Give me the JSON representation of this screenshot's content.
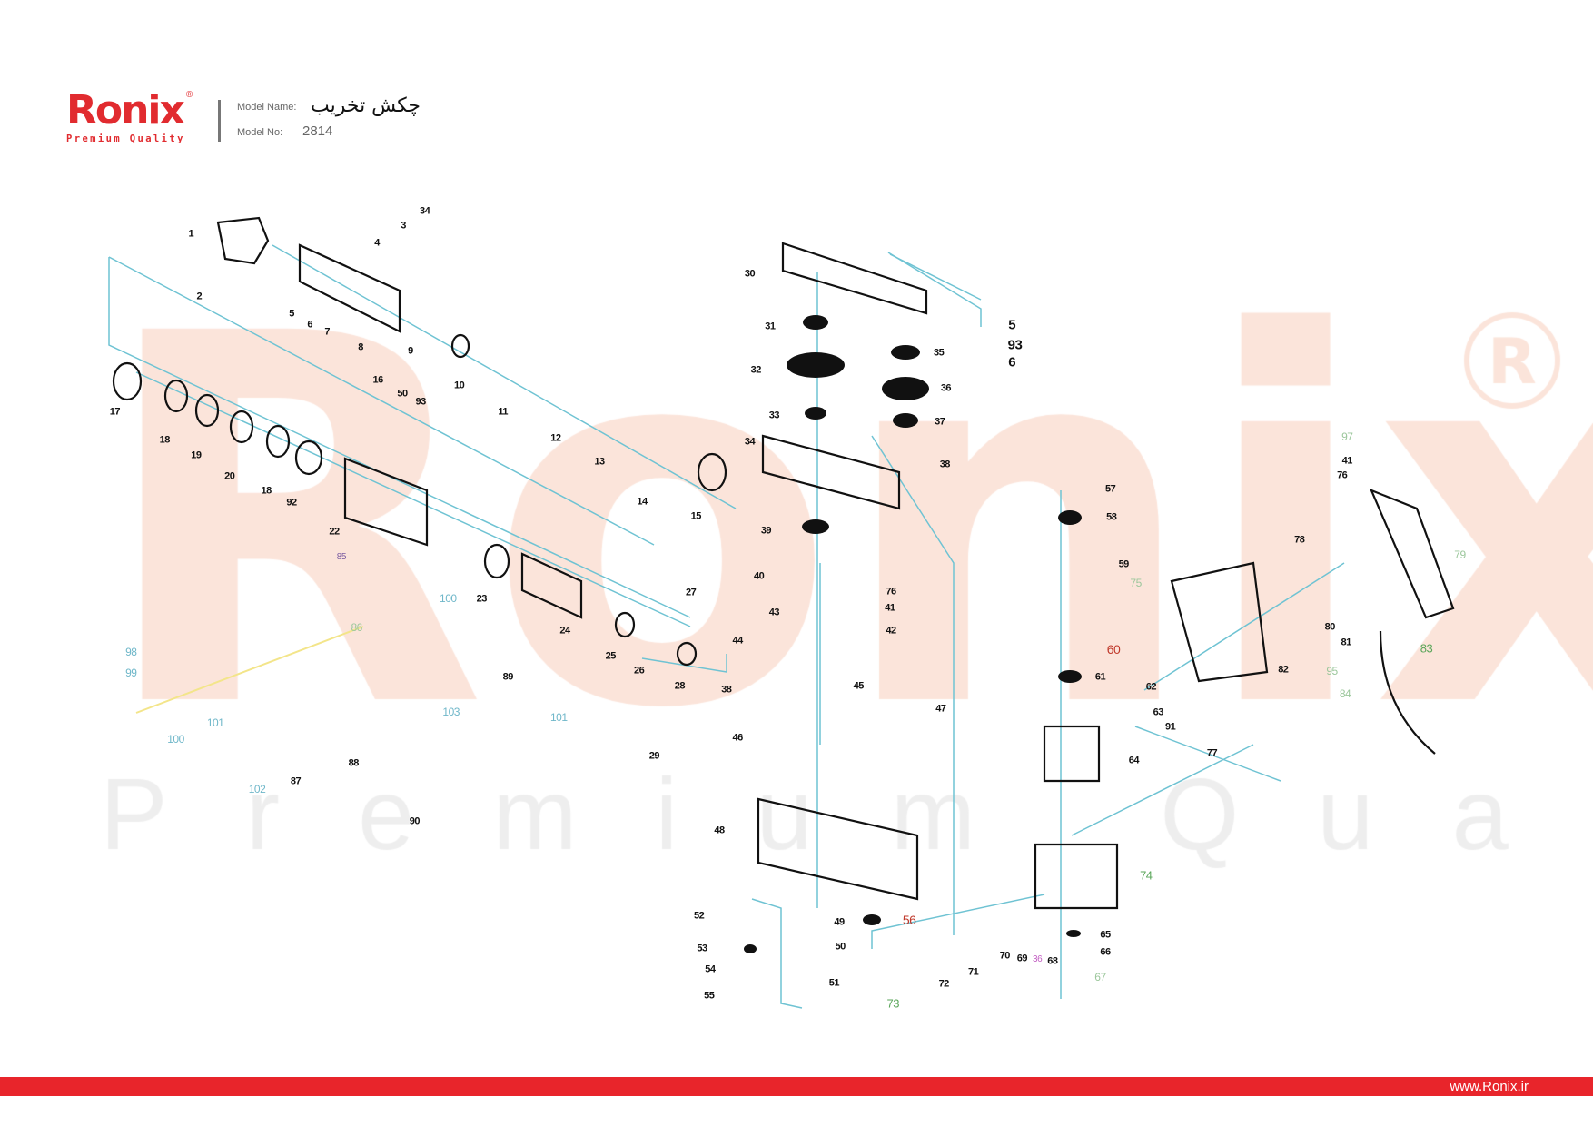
{
  "brand": {
    "logo_text": "Ronix",
    "registered_mark": "®",
    "tagline": "Premium Quality",
    "primary_color": "#e8252b"
  },
  "header": {
    "model_name_label": "Model Name:",
    "model_name_value": "چکش تخریب",
    "model_no_label": "Model No:",
    "model_no_value": "2814"
  },
  "watermark": {
    "big_text": "Ronix",
    "registered_mark": "®",
    "sub_text": "Premium Quality"
  },
  "part_labels": [
    "1",
    "2",
    "3",
    "4",
    "34",
    "5",
    "6",
    "7",
    "8",
    "9",
    "10",
    "11",
    "12",
    "13",
    "14",
    "15",
    "16",
    "50",
    "93",
    "17",
    "18",
    "19",
    "20",
    "18",
    "92",
    "22",
    "23",
    "24",
    "25",
    "26",
    "27",
    "28",
    "85",
    "86",
    "100",
    "98",
    "99",
    "100",
    "101",
    "103",
    "89",
    "101",
    "102",
    "87",
    "88",
    "90",
    "29",
    "30",
    "31",
    "32",
    "33",
    "34",
    "35",
    "36",
    "37",
    "38",
    "39",
    "40",
    "76",
    "41",
    "42",
    "43",
    "44",
    "38",
    "45",
    "46",
    "47",
    "48",
    "52",
    "49",
    "56",
    "53",
    "50",
    "54",
    "51",
    "55",
    "73",
    "72",
    "71",
    "70",
    "69",
    "36",
    "68",
    "65",
    "66",
    "67",
    "5",
    "93",
    "6",
    "57",
    "58",
    "59",
    "60",
    "61",
    "62",
    "63",
    "64",
    "74",
    "75",
    "91",
    "77",
    "97",
    "41",
    "76",
    "78",
    "79",
    "80",
    "81",
    "82",
    "95",
    "83",
    "84"
  ],
  "footer": {
    "url": "www.Ronix.ir"
  }
}
